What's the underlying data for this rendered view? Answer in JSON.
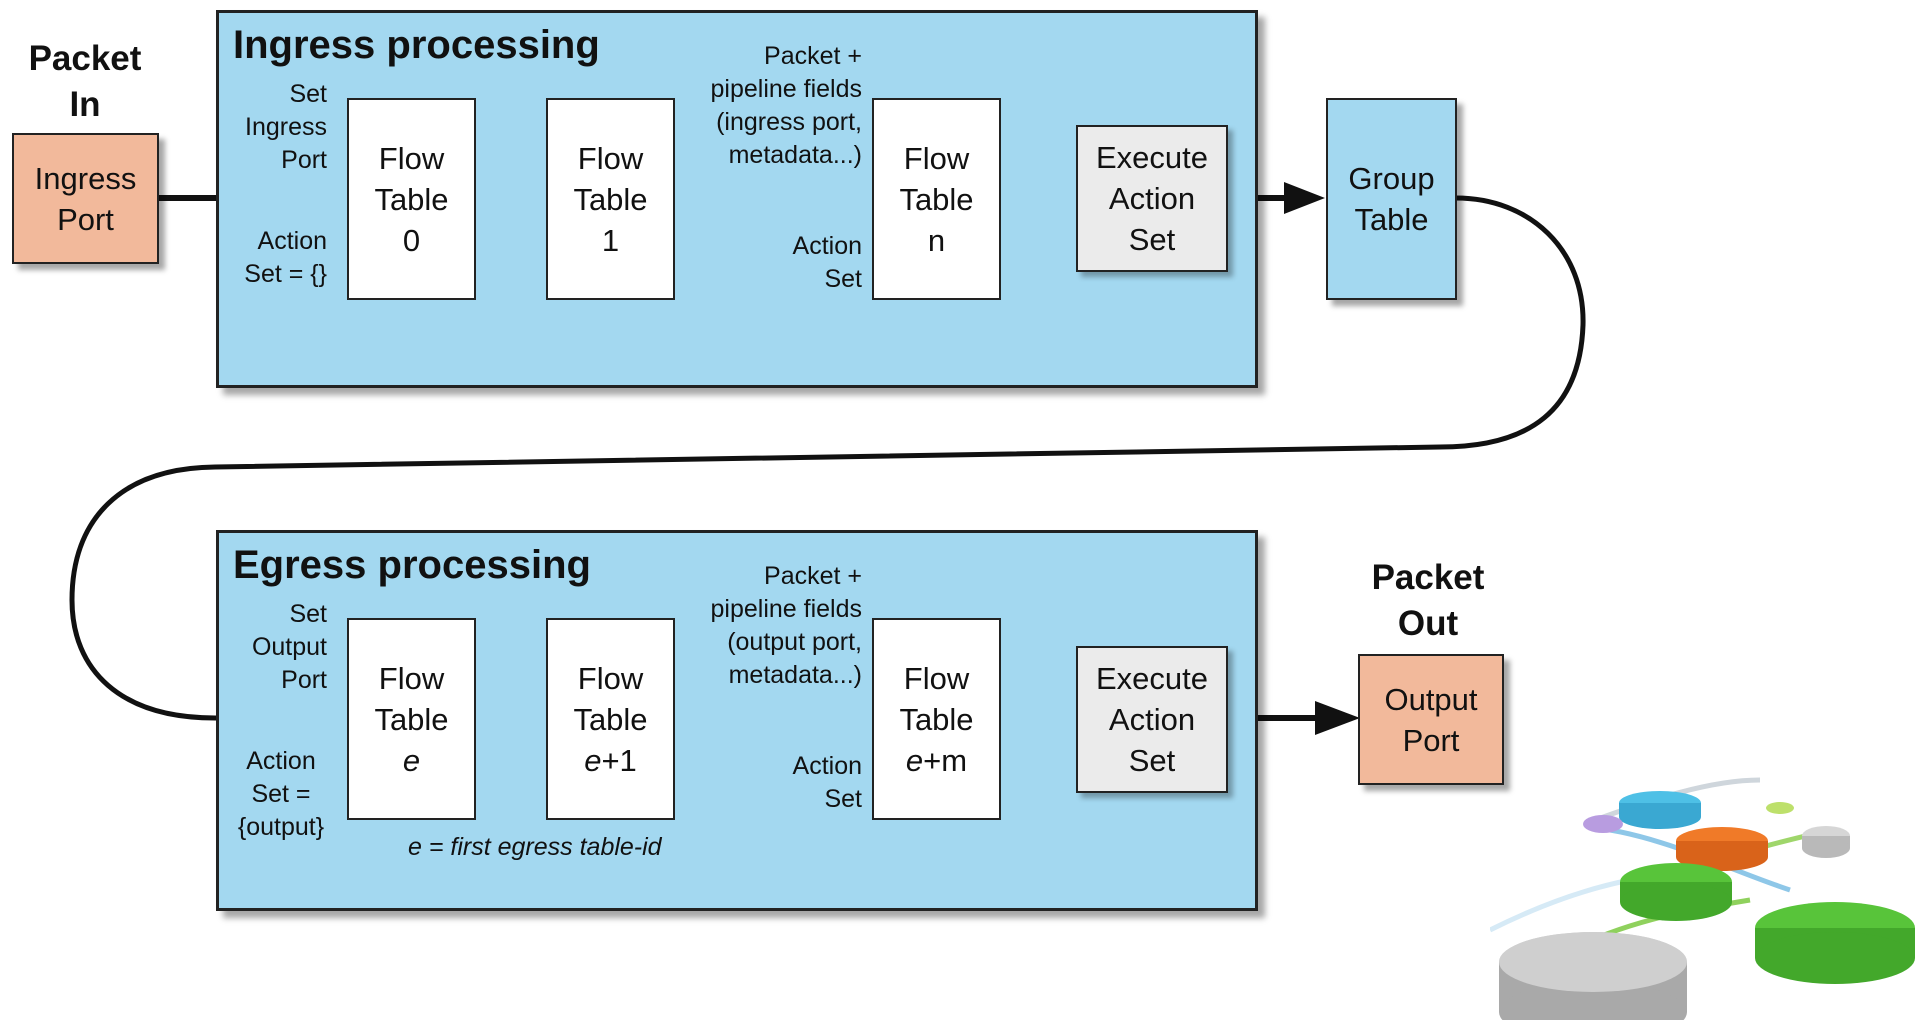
{
  "packet_in_heading": [
    "Packet",
    "In"
  ],
  "packet_out_heading": [
    "Packet",
    "Out"
  ],
  "ingress_port": [
    "Ingress",
    "Port"
  ],
  "output_port": [
    "Output",
    "Port"
  ],
  "group_table": [
    "Group",
    "Table"
  ],
  "ingress": {
    "title": "Ingress processing",
    "set_label": [
      "Set",
      "Ingress",
      "Port"
    ],
    "action_set_label": [
      "Action",
      "Set = {}"
    ],
    "pipeline_label": [
      "Packet +",
      "pipeline fields",
      "(ingress port,",
      "metadata...)"
    ],
    "action_set_mid": [
      "Action",
      "Set"
    ],
    "table_0": [
      "Flow",
      "Table",
      "0"
    ],
    "table_1": [
      "Flow",
      "Table",
      "1"
    ],
    "table_n": [
      "Flow",
      "Table",
      "n"
    ],
    "execute": [
      "Execute",
      "Action",
      "Set"
    ]
  },
  "egress": {
    "title": "Egress processing",
    "set_label": [
      "Set",
      "Output",
      "Port"
    ],
    "action_set_label": [
      "Action",
      "Set =",
      "{output}"
    ],
    "pipeline_label": [
      "Packet +",
      "pipeline fields",
      "(output port,",
      "metadata...)"
    ],
    "action_set_mid": [
      "Action",
      "Set"
    ],
    "table_e": [
      "Flow",
      "Table"
    ],
    "table_e_var": "e",
    "table_e1": [
      "Flow",
      "Table"
    ],
    "table_e1_var": "e",
    "table_e1_suffix": "+1",
    "table_em": [
      "Flow",
      "Table"
    ],
    "table_em_var": "e",
    "table_em_suffix": "+m",
    "execute": [
      "Execute",
      "Action",
      "Set"
    ],
    "note": "e = first egress table-id"
  },
  "colors": {
    "panel": "#a3d8f0",
    "port": "#f2b99b",
    "execute": "#ebebeb",
    "flow_table": "#ffffff",
    "arrow": "#111111"
  },
  "logo_icon": "network-nodes-logo"
}
